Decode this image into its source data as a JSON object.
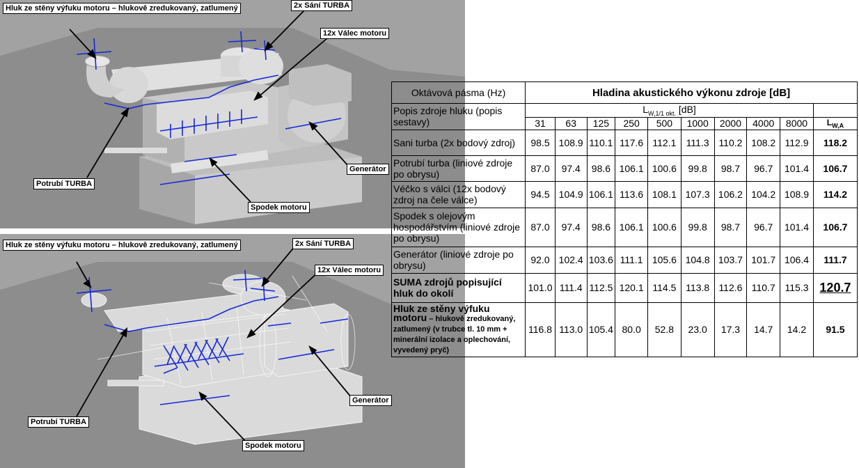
{
  "callouts": {
    "exhaust_wall": "Hluk ze stěny výfuku motoru – hlukově zredukovaný, zatlumený",
    "intake_turbo": "2x Sání TURBA",
    "cylinders": "12x Válec motoru",
    "turbo_piping": "Potrubí TURBA",
    "engine_base": "Spodek motoru",
    "generator": "Generátor"
  },
  "table": {
    "col_band_header": "Oktávová pásma (Hz)",
    "title": "Hladina akustického výkonu zdroje [dB]",
    "source_desc_header": "Popis zdroje hluku (popis sestavy)",
    "lw_octave_main": "L",
    "lw_octave_sub": "W,1/1 okt.",
    "lw_octave_unit": " [dB]",
    "lwa_main": "L",
    "lwa_sub": "W,A",
    "bands": [
      "31",
      "63",
      "125",
      "250",
      "500",
      "1000",
      "2000",
      "4000",
      "8000"
    ],
    "rows": [
      {
        "label": "Sani turba (2x bodový zdroj)",
        "values": [
          "98.5",
          "108.9",
          "110.1",
          "117.6",
          "112.1",
          "111.3",
          "110.2",
          "108.2",
          "112.9"
        ],
        "total": "118.2"
      },
      {
        "label": "Potrubí turba (liniové zdroje po obrysu)",
        "values": [
          "87.0",
          "97.4",
          "98.6",
          "106.1",
          "100.6",
          "99.8",
          "98.7",
          "96.7",
          "101.4"
        ],
        "total": "106.7"
      },
      {
        "label": "Véčko s válci (12x bodový zdroj na čele válce)",
        "values": [
          "94.5",
          "104.9",
          "106.1",
          "113.6",
          "108.1",
          "107.3",
          "106.2",
          "104.2",
          "108.9"
        ],
        "total": "114.2"
      },
      {
        "label": "Spodek s olejovým hospodářstvím (liniové zdroje po obrysu)",
        "values": [
          "87.0",
          "97.4",
          "98.6",
          "106.1",
          "100.6",
          "99.8",
          "98.7",
          "96.7",
          "101.4"
        ],
        "total": "106.7"
      },
      {
        "label": "Generátor (liniové zdroje po obrysu)",
        "values": [
          "92.0",
          "102.4",
          "103.6",
          "111.1",
          "105.6",
          "104.8",
          "103.7",
          "101.7",
          "106.4"
        ],
        "total": "111.7"
      }
    ],
    "sum_row": {
      "label": "SUMA zdrojů popisující hluk do okolí",
      "values": [
        "101.0",
        "111.4",
        "112.5",
        "120.1",
        "114.5",
        "113.8",
        "112.6",
        "110.7",
        "115.3"
      ],
      "total": "120.7"
    },
    "exhaust_row": {
      "label_main": "Hluk ze stěny výfuku motoru",
      "label_detail": " – hlukově zredukovaný, zatlumený (v trubce tl. 10 mm + minerální izolace a oplechování, vyvedený pryč)",
      "values": [
        "116.8",
        "113.0",
        "105.4",
        "80.0",
        "52.8",
        "23.0",
        "17.3",
        "14.7",
        "14.2"
      ],
      "total": "91.5"
    }
  }
}
